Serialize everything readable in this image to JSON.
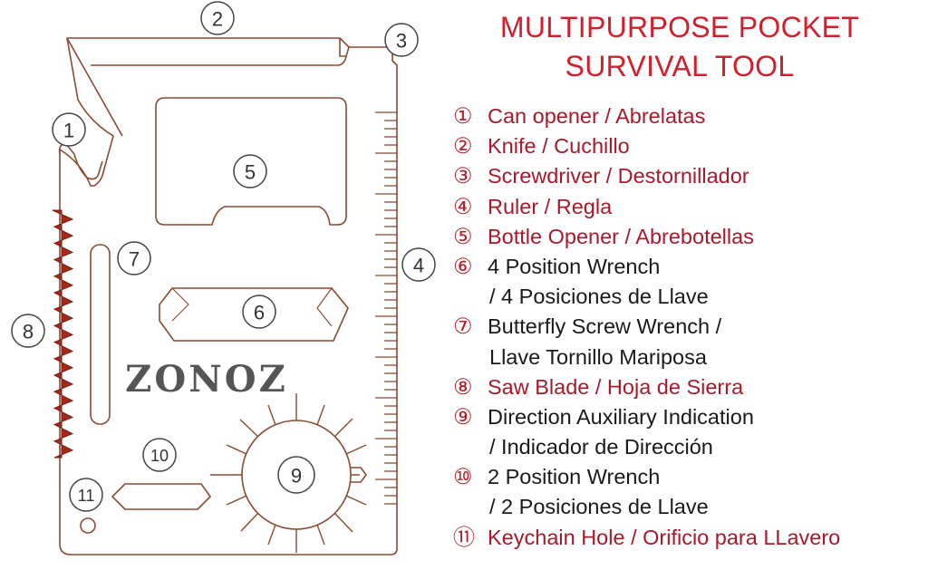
{
  "title": {
    "line1": "MULTIPURPOSE POCKET",
    "line2": "SURVIVAL TOOL"
  },
  "brand": "ZONOZ",
  "colors": {
    "title": "#d41e2c",
    "outline": "#8b4a32",
    "saw": "#a3291a",
    "text_red": "#a8192a",
    "text_dark": "#1a1a1a",
    "brand_gray": "#555555"
  },
  "callouts": [
    {
      "n": "1",
      "glyph": "①"
    },
    {
      "n": "2",
      "glyph": "②"
    },
    {
      "n": "3",
      "glyph": "③"
    },
    {
      "n": "4",
      "glyph": "④"
    },
    {
      "n": "5",
      "glyph": "⑤"
    },
    {
      "n": "6",
      "glyph": "⑥"
    },
    {
      "n": "7",
      "glyph": "⑦"
    },
    {
      "n": "8",
      "glyph": "⑧"
    },
    {
      "n": "9",
      "glyph": "⑨"
    },
    {
      "n": "10",
      "glyph": "⑩"
    },
    {
      "n": "11",
      "glyph": "⑪"
    }
  ],
  "legend": [
    {
      "glyph": "①",
      "text": "Can opener / Abrelatas"
    },
    {
      "glyph": "②",
      "text": "Knife / Cuchillo"
    },
    {
      "glyph": "③",
      "text": "Screwdriver / Destornillador"
    },
    {
      "glyph": "④",
      "text": "Ruler / Regla"
    },
    {
      "glyph": "⑤",
      "text": "Bottle Opener / Abrebotellas"
    },
    {
      "glyph": "⑥",
      "text": "4 Position Wrench",
      "cont": "/ 4 Posiciones de Llave"
    },
    {
      "glyph": "⑦",
      "text": "Butterfly Screw Wrench /",
      "cont": "Llave Tornillo Mariposa"
    },
    {
      "glyph": "⑧",
      "text": "Saw Blade / Hoja de Sierra"
    },
    {
      "glyph": "⑨",
      "text": "Direction Auxiliary Indication",
      "cont": "/ Indicador de Dirección"
    },
    {
      "glyph": "⑩",
      "text": "2 Position Wrench",
      "cont": "/ 2 Posiciones de Llave"
    },
    {
      "glyph": "⑪",
      "text": "Keychain Hole / Orificio para LLavero"
    }
  ]
}
